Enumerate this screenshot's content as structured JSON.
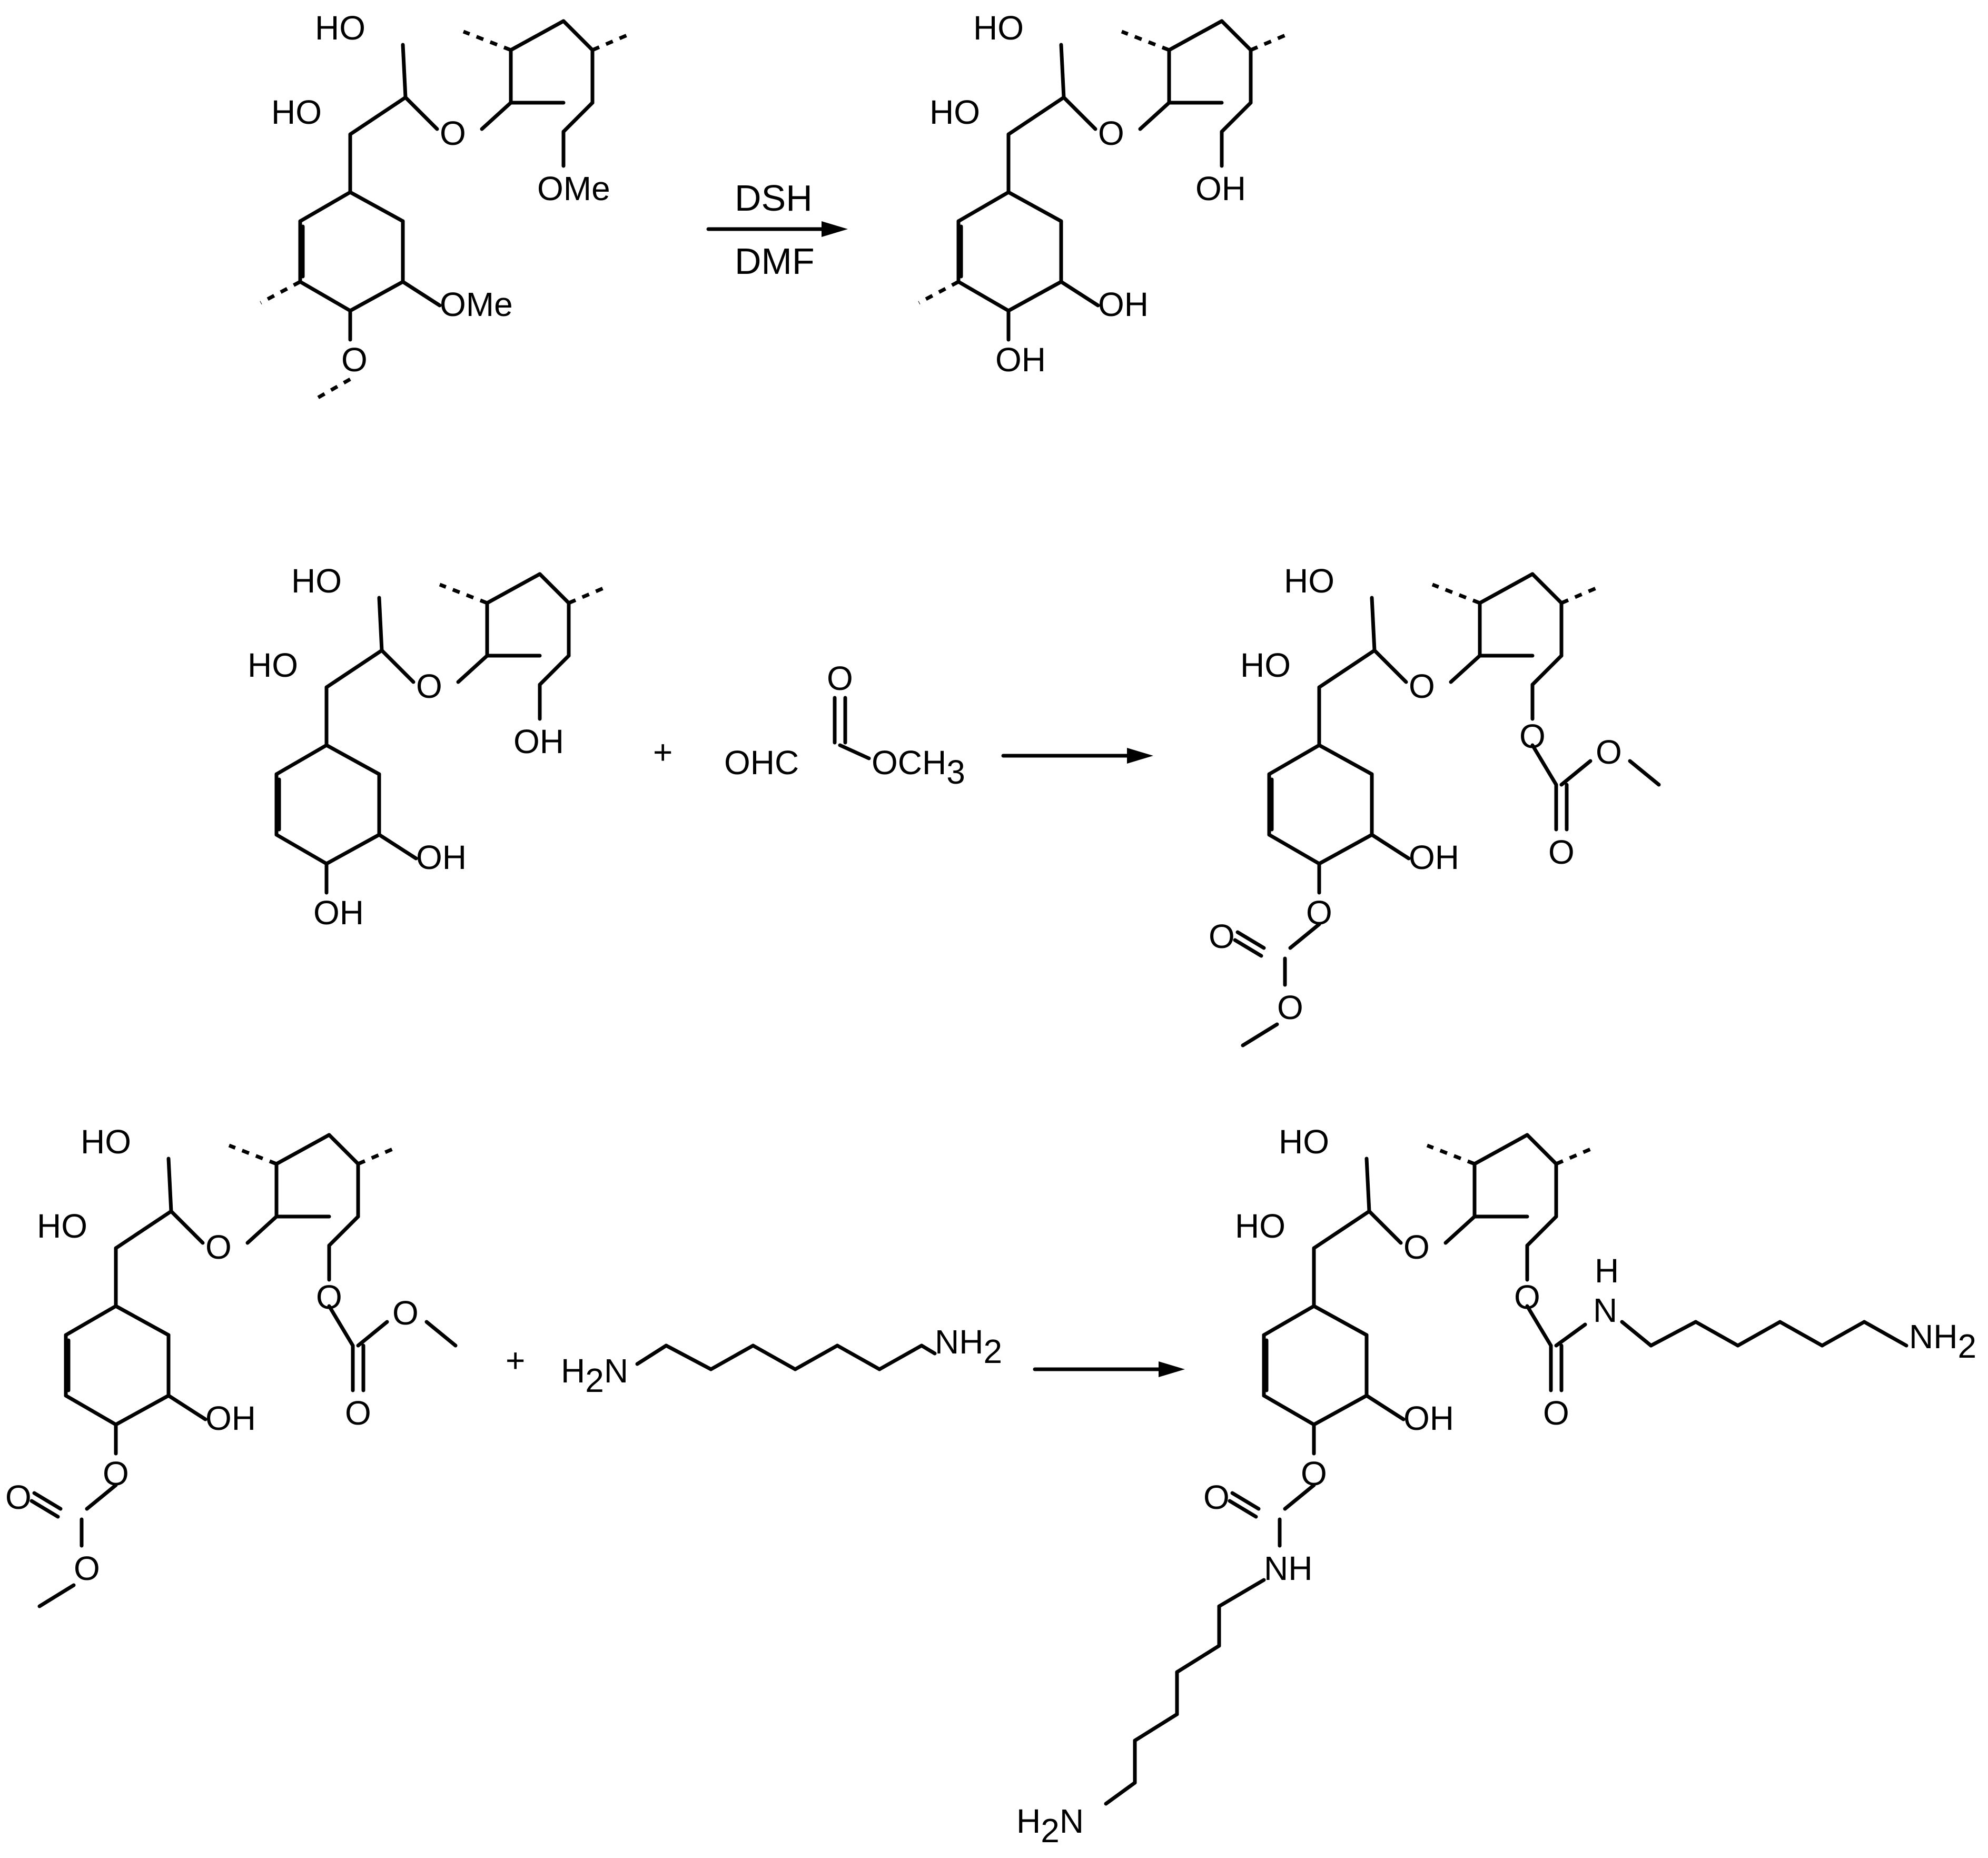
{
  "scheme": {
    "reaction1": {
      "reactant_labels": [
        "HO",
        "HO",
        "O",
        "OMe",
        "OMe",
        "O"
      ],
      "reagent_top": "DSH",
      "reagent_bottom": "DMF",
      "product_labels": [
        "HO",
        "HO",
        "O",
        "OH",
        "OH",
        "OH"
      ]
    },
    "reaction2": {
      "reactant_labels": [
        "HO",
        "HO",
        "O",
        "OH",
        "OH",
        "OH"
      ],
      "plus": "+",
      "reagent": {
        "carbonyl_O": "O",
        "left": "OHC",
        "right": "OCH",
        "right_sub": "3"
      },
      "product_labels": [
        "HO",
        "HO",
        "O",
        "O",
        "O",
        "O",
        "O",
        "OH",
        "O",
        "O",
        "O"
      ]
    },
    "reaction3": {
      "reactant_labels": [
        "HO",
        "HO",
        "O",
        "O",
        "O",
        "O",
        "O",
        "OH",
        "O",
        "O",
        "O"
      ],
      "plus": "+",
      "diamine": {
        "left": "H",
        "left_sub": "2",
        "left_tail": "N",
        "right": "NH",
        "right_sub": "2"
      },
      "product_labels": [
        "HO",
        "HO",
        "O",
        "O",
        "H",
        "N",
        "O",
        "OH",
        "O",
        "O",
        "NH",
        "H",
        "2",
        "N",
        "NH",
        "2"
      ]
    },
    "colors": {
      "ink": "#000000",
      "background": "#ffffff"
    }
  }
}
